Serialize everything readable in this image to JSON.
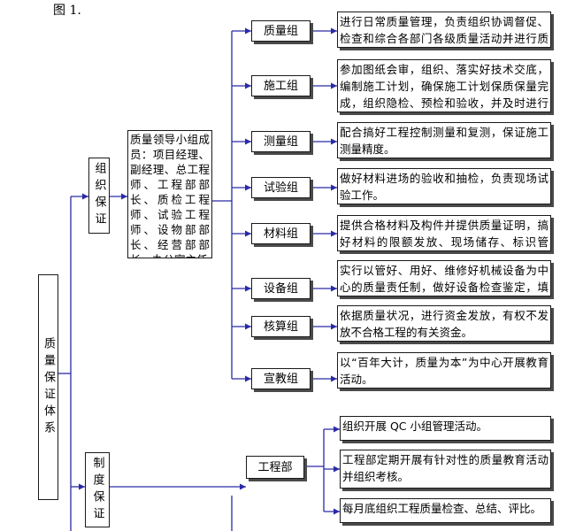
{
  "caption": "图 1.",
  "root": {
    "label": "质量保证体系"
  },
  "org_guarantee": {
    "label": "组织保证",
    "leaders_text": "质量领导小组成员：项目经理、副经理、总工程师、工程部部长、质检工程师、试验工程师、设物部部长、经营部部长、办公室主任",
    "groups": [
      {
        "name": "质量组",
        "desc": "进行日常质量管理，负责组织协调督促、检查和综合各部门各级质量活动并进行质量反馈。"
      },
      {
        "name": "施工组",
        "desc": "参加图纸会审，组织、落实好技术交底，编制施工计划，确保施工计划保质保量完成，组织隐检、预检和验收，并及时进行工序报检。"
      },
      {
        "name": "测量组",
        "desc": "配合搞好工程控制测量和复测，保证施工测量精度。"
      },
      {
        "name": "试验组",
        "desc": "做好材料进场的验收和抽检，负责现场试验工作。"
      },
      {
        "name": "材料组",
        "desc": "提供合格材料及构件并提供质量证明，搞好材料的限额发放、现场储存、标识管理。"
      },
      {
        "name": "设备组",
        "desc": "实行以管好、用好、维修好机械设备为中心的质量责任制，做好设备检查鉴定，填好运行记录。"
      },
      {
        "name": "核算组",
        "desc": "依据质量状况，进行资金发放，有权不发放不合格工程的有关资金。"
      },
      {
        "name": "宣教组",
        "desc": "以“百年大计，质量为本”为中心开展教育活动。"
      }
    ]
  },
  "system_guarantee": {
    "label": "制度保证",
    "dept": "工程部",
    "items": [
      "组织开展 QC 小组管理活动。",
      "工程部定期开展有针对性的质量教育活动并组织考核。",
      "每月底组织工程质量检查、总结、评比。"
    ]
  }
}
